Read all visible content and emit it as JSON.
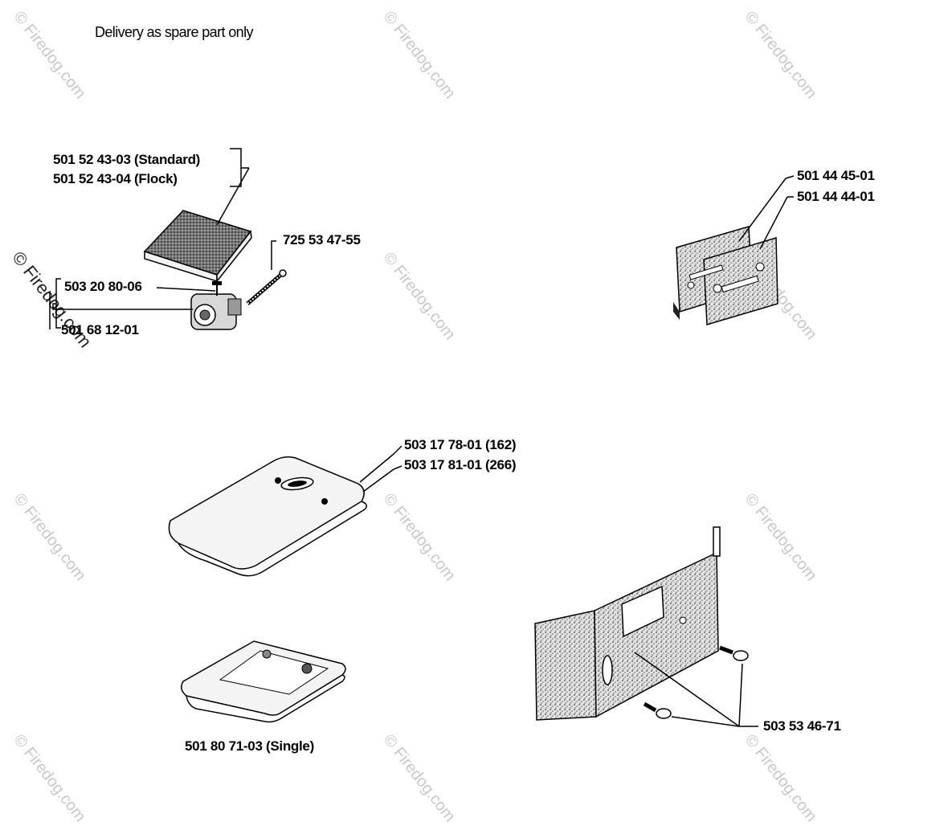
{
  "header": {
    "note": "Delivery as spare part only"
  },
  "watermark": {
    "text": "© Firedog.com"
  },
  "parts": {
    "air_filter_standard": "501 52 43-03 (Standard)",
    "air_filter_flock": "501 52 43-04 (Flock)",
    "bolt": "725 53 47-55",
    "gasket_a": "503 20 80-06",
    "carburetor": "501 68 12-01",
    "gasket_plate_1": "501 44 45-01",
    "gasket_plate_2": "501 44 44-01",
    "cover_162": "503 17 78-01 (162)",
    "cover_266": "503 17 81-01 (266)",
    "filter_single": "501 80 71-03 (Single)",
    "screw": "503 53 46-71"
  }
}
